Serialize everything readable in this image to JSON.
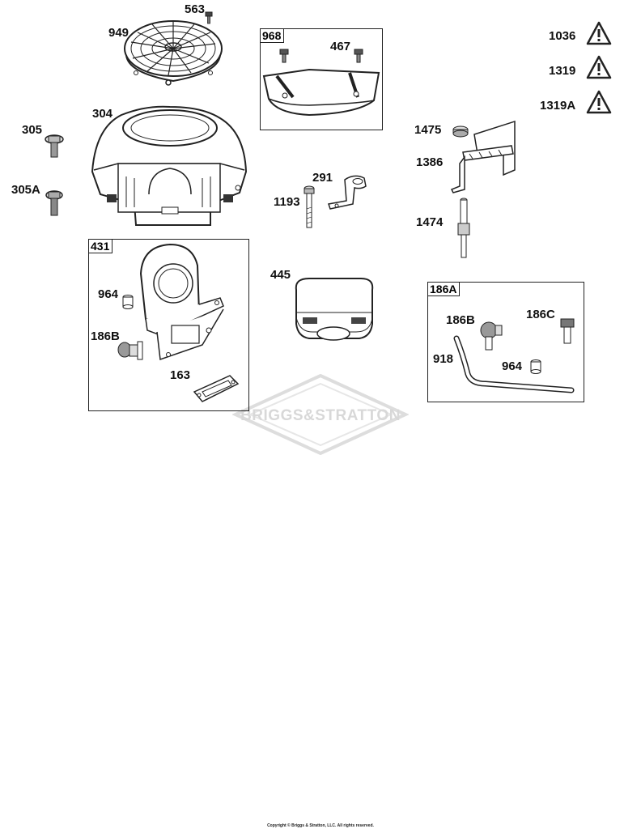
{
  "labels": {
    "p563": "563",
    "p949": "949",
    "p968": "968",
    "p467": "467",
    "p1036": "1036",
    "p1319": "1319",
    "p1319a": "1319A",
    "p304": "304",
    "p305": "305",
    "p305a": "305A",
    "p1475": "1475",
    "p1386": "1386",
    "p291": "291",
    "p1193": "1193",
    "p1474": "1474",
    "p431": "431",
    "p964a": "964",
    "p186b_a": "186B",
    "p163": "163",
    "p445": "445",
    "p186a": "186A",
    "p186b_b": "186B",
    "p186c": "186C",
    "p918": "918",
    "p964b": "964"
  },
  "watermark": {
    "text": "BRIGGS&STRATTON"
  },
  "footer": {
    "copyright": "Copyright © Briggs & Stratton, LLC. All rights reserved."
  },
  "icons": {
    "warning": "warning-triangle-icon"
  }
}
